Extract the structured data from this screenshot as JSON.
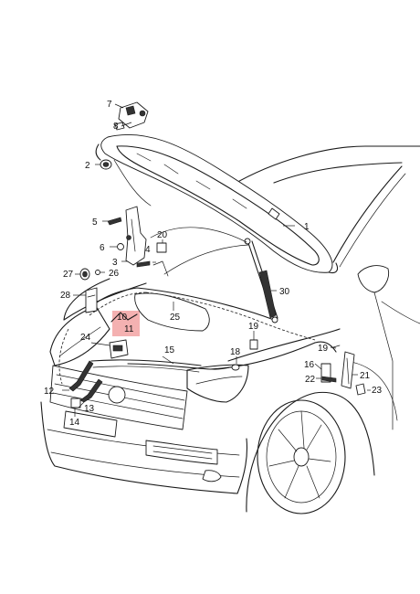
{
  "highlight_color": "#f2a3a3",
  "callouts": [
    {
      "id": "c1",
      "text": "1"
    },
    {
      "id": "c2",
      "text": "2"
    },
    {
      "id": "c3",
      "text": "3"
    },
    {
      "id": "c4",
      "text": "4"
    },
    {
      "id": "c5",
      "text": "5"
    },
    {
      "id": "c6",
      "text": "6"
    },
    {
      "id": "c7",
      "text": "7"
    },
    {
      "id": "c8",
      "text": "8"
    },
    {
      "id": "c10",
      "text": "10"
    },
    {
      "id": "c11",
      "text": "11"
    },
    {
      "id": "c12",
      "text": "12"
    },
    {
      "id": "c13",
      "text": "13"
    },
    {
      "id": "c14",
      "text": "14"
    },
    {
      "id": "c15",
      "text": "15"
    },
    {
      "id": "c16",
      "text": "16"
    },
    {
      "id": "c18",
      "text": "18"
    },
    {
      "id": "c19a",
      "text": "19"
    },
    {
      "id": "c19b",
      "text": "19"
    },
    {
      "id": "c20",
      "text": "20"
    },
    {
      "id": "c21",
      "text": "21"
    },
    {
      "id": "c22",
      "text": "22"
    },
    {
      "id": "c23",
      "text": "23"
    },
    {
      "id": "c24",
      "text": "24"
    },
    {
      "id": "c25",
      "text": "25"
    },
    {
      "id": "c26",
      "text": "26"
    },
    {
      "id": "c27",
      "text": "27"
    },
    {
      "id": "c28",
      "text": "28"
    },
    {
      "id": "c30",
      "text": "30"
    }
  ]
}
